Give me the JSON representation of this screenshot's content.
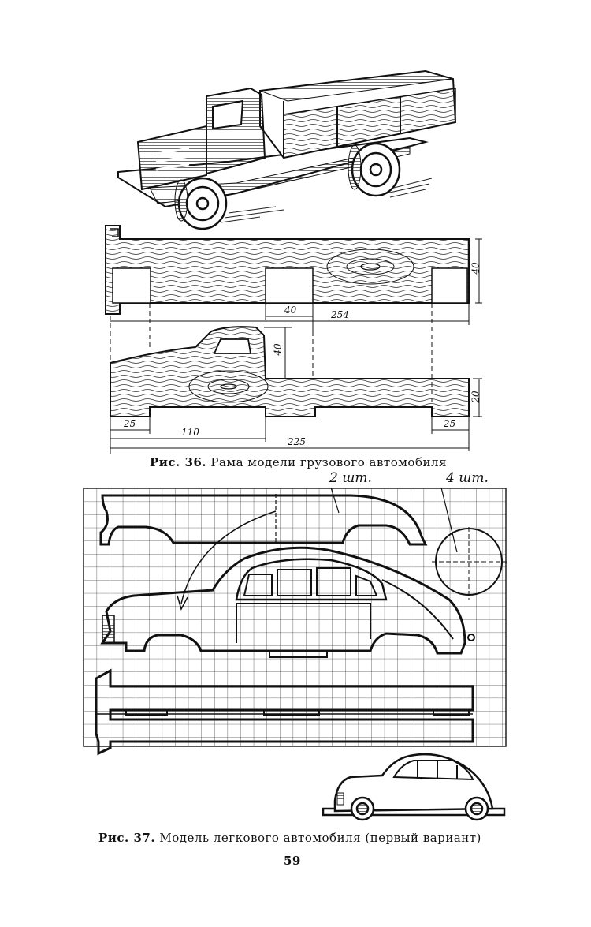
{
  "figure36": {
    "dimensions": {
      "top_height": "40",
      "slot_width": "40",
      "length_total": "254",
      "cab_height": "40",
      "bottom_height": "20",
      "left_offset": "25",
      "mid_offset": "110",
      "length_lower": "225",
      "right_offset": "25"
    },
    "caption_label": "Рис. 36.",
    "caption_text": "Рама модели грузового автомобиля"
  },
  "figure37": {
    "notes": {
      "fender_count": "2 шт.",
      "wheel_count": "4 шт."
    },
    "caption_label": "Рис. 37.",
    "caption_text": "Модель легкового автомобиля (первый вариант)"
  },
  "page_number": "59"
}
